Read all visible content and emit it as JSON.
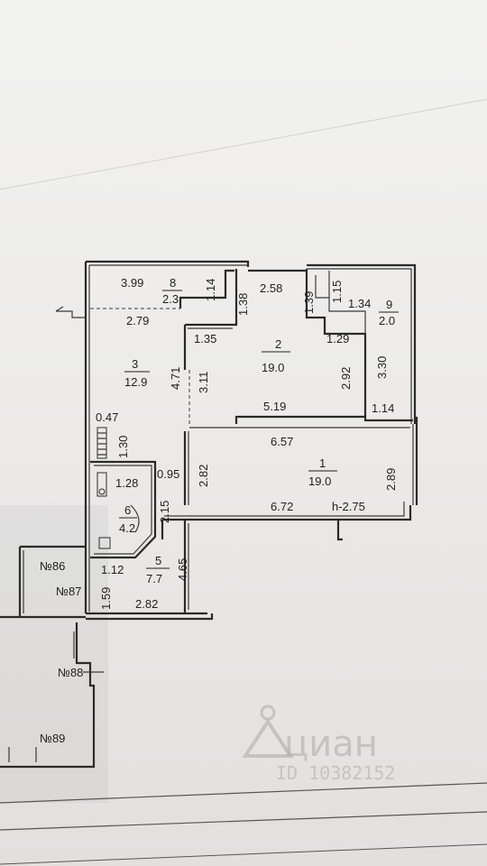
{
  "rooms": {
    "r1": {
      "number": "1",
      "area": "19.0"
    },
    "r2": {
      "number": "2",
      "area": "19.0"
    },
    "r3": {
      "number": "3",
      "area": "12.9"
    },
    "r5": {
      "number": "5",
      "area": "7.7"
    },
    "r6": {
      "number": "6",
      "area": "4.2"
    },
    "r8": {
      "number": "8",
      "area": "2.3"
    },
    "r9": {
      "number": "9",
      "area": "2.0"
    }
  },
  "dimensions": {
    "d399": "3.99",
    "d114a": "1.14",
    "d138": "1.38",
    "d258": "2.58",
    "d139": "1.39",
    "d115": "1.15",
    "d134": "1.34",
    "d279": "2.79",
    "d135": "1.35",
    "d129": "1.29",
    "d471": "4.71",
    "d311": "3.11",
    "d292": "2.92",
    "d330": "3.30",
    "d519": "5.19",
    "d114b": "1.14",
    "d047": "0.47",
    "d130": "1.30",
    "d657": "6.57",
    "d128": "1.28",
    "d095": "0.95",
    "d282a": "2.82",
    "d289": "2.89",
    "d215": "2.15",
    "d672": "6.72",
    "dh275": "h-2.75",
    "d112": "1.12",
    "d465": "4.65",
    "d159": "1.59",
    "d282b": "2.82"
  },
  "neighbors": {
    "n86": "№86",
    "n87": "№87",
    "n88": "№88",
    "n89": "№89"
  },
  "watermark": {
    "brand": "циан",
    "id": "ID 10382152"
  }
}
